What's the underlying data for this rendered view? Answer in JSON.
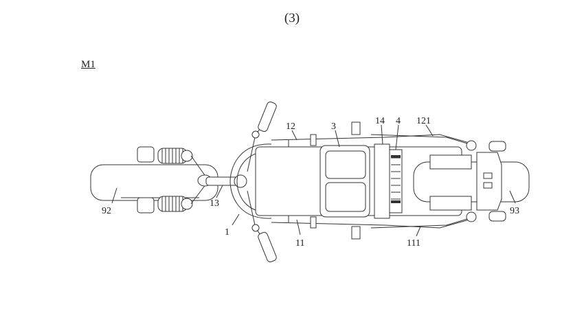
{
  "figure": {
    "number": "(3)",
    "model_label": "M1"
  },
  "callouts": {
    "frame": "1",
    "lower_frame": "11",
    "upper_frame": "12",
    "steering_post": "13",
    "cross_member": "14",
    "seat": "3",
    "battery": "4",
    "front_wheel": "92",
    "rear_wheel": "93",
    "lower_rear_rail": "111",
    "upper_rear_rail": "121"
  }
}
